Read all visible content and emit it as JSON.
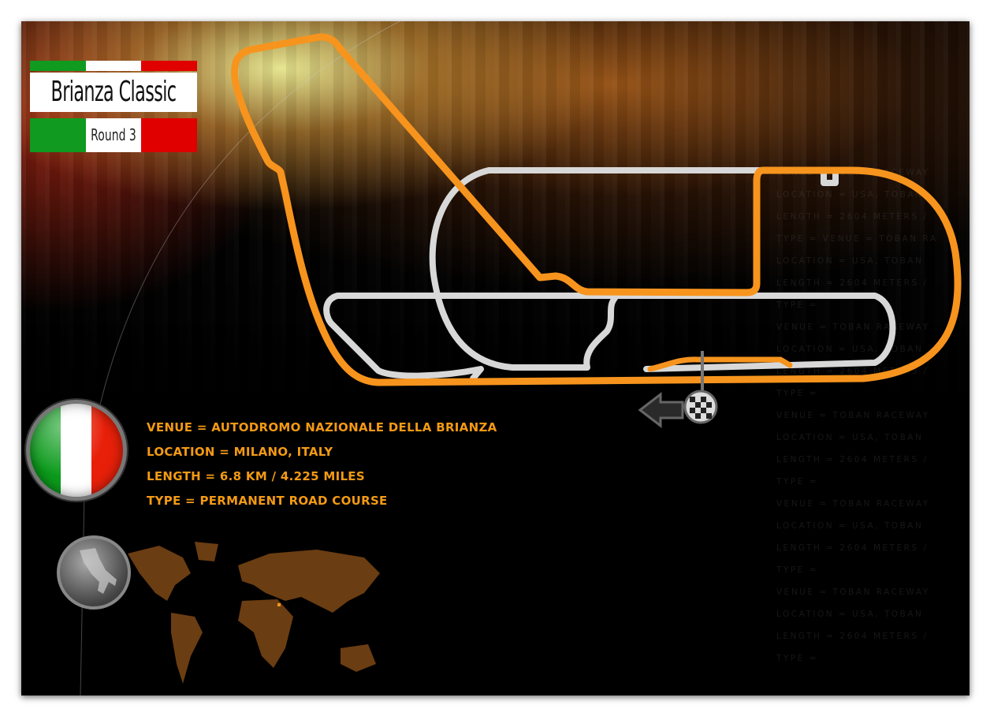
{
  "event": {
    "title": "Brianza Classic",
    "round": "Round 3"
  },
  "track_info": {
    "venue": "VENUE = AUTODROMO NAZIONALE DELLA BRIANZA",
    "location": "LOCATION = MILANO, ITALY",
    "length": "LENGTH = 6.8 KM /  4.225 MILES",
    "type": "TYPE = PERMANENT ROAD COURSE"
  },
  "watermark_lines": [
    "VENUE = TOBAN RACEWAY",
    "LOCATION = USA, TOBAN",
    "LENGTH = 2604 METERS /",
    "TYPE = VENUE = TOBAN RA",
    "LOCATION = USA, TOBAN",
    "LENGTH = 2604 METERS /",
    "TYPE =",
    "VENUE = TOBAN RACEWAY",
    "LOCATION = USA, TOBAN",
    "LENGTH = 2604 METERS /",
    "TYPE =",
    "VENUE = TOBAN RACEWAY",
    "LOCATION = USA, TOBAN",
    "LENGTH = 2604 METERS /",
    "TYPE =",
    "VENUE = TOBAN RACEWAY",
    "LOCATION = USA, TOBAN",
    "LENGTH = 2604 METERS /",
    "TYPE =",
    "VENUE = TOBAN RACEWAY",
    "LOCATION = USA, TOBAN",
    "LENGTH = 2604 METERS /",
    "TYPE ="
  ],
  "colors": {
    "track_highlight": "#f7941d",
    "track_other": "#d8d8d8",
    "info_text": "#f39a14",
    "map": "#6b3d12",
    "map_marker": "#f7941d"
  },
  "icons": {
    "start_finish": "checkered-flag-icon",
    "direction": "arrow-left-icon",
    "country_flag": "italy-flag-icon",
    "country_shape": "italy-map-icon",
    "world": "world-map-icon"
  }
}
